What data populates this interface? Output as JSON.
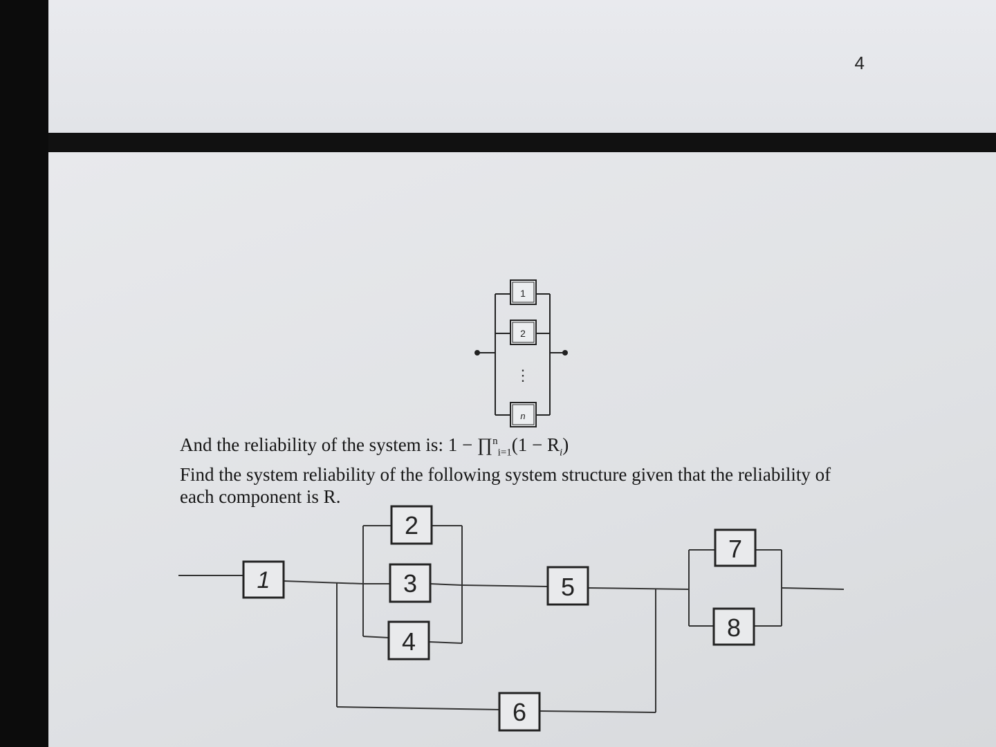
{
  "page": {
    "number": "4"
  },
  "reference_diagram": {
    "blocks": [
      "1",
      "2",
      "n"
    ],
    "ellipsis": "⋮"
  },
  "text": {
    "formula_intro": "And the reliability of the system is: 1 − ∏",
    "formula_sub": "i=1",
    "formula_sup": "n",
    "formula_tail": "(1 − R",
    "formula_tail_sub": "i",
    "formula_close": ")",
    "question_line1": "Find the system reliability of the following system structure given that the reliability of",
    "question_line2": "each component is R."
  },
  "system_diagram": {
    "blocks": [
      "1",
      "2",
      "3",
      "4",
      "5",
      "6",
      "7",
      "8"
    ]
  }
}
